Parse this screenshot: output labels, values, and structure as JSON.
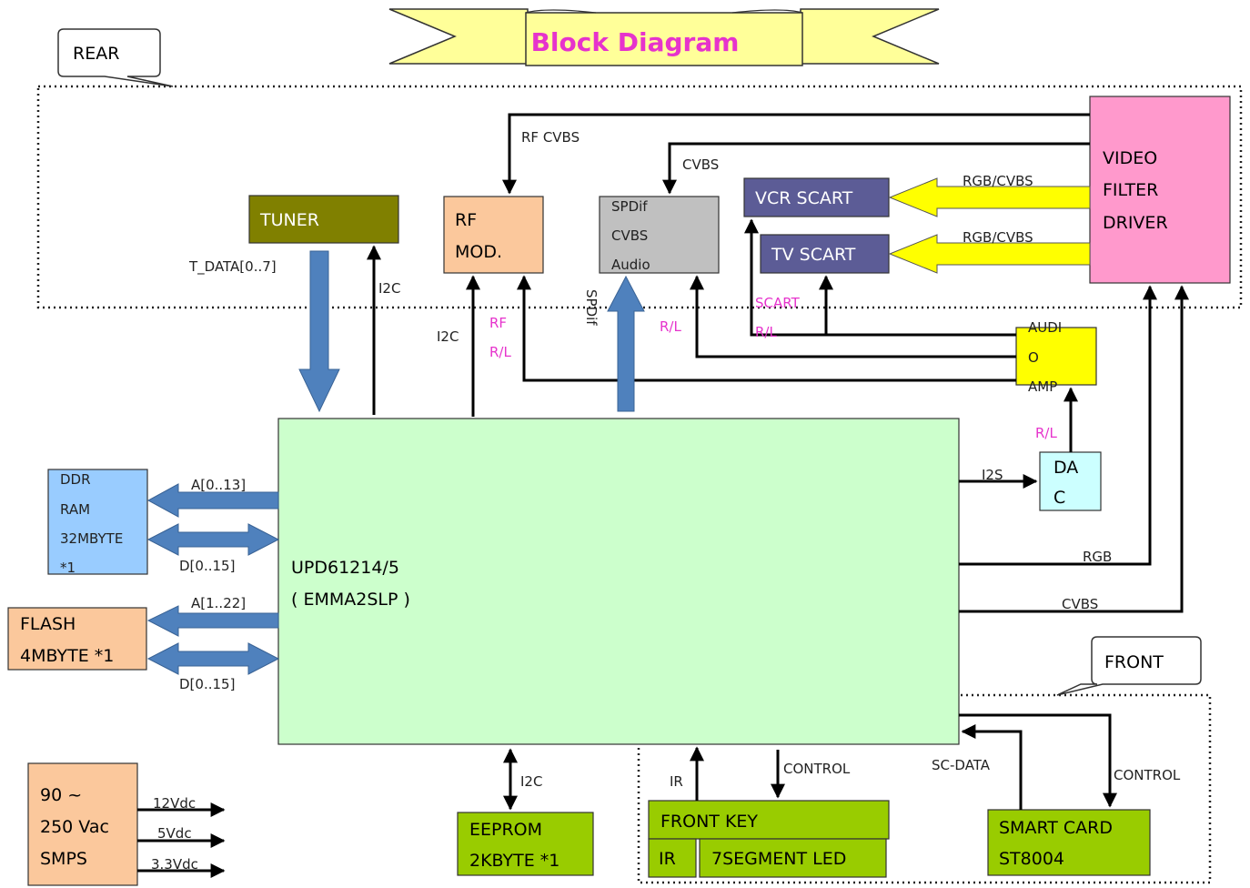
{
  "title": "Block Diagram",
  "regions": {
    "rear": "REAR",
    "front": "FRONT"
  },
  "blocks": {
    "tuner": "TUNER",
    "rf_mod": [
      "RF",
      "MOD."
    ],
    "spdif_box": [
      "SPDif",
      "CVBS",
      "Audio"
    ],
    "vcr_scart": "VCR SCART",
    "tv_scart": "TV SCART",
    "video_filter": [
      "VIDEO",
      "FILTER",
      "DRIVER"
    ],
    "audio_amp": [
      "AUDI",
      "O",
      "AMP"
    ],
    "dac": [
      "DA",
      "C"
    ],
    "main_chip": [
      "UPD61214/5",
      "( EMMA2SLP )"
    ],
    "ddr_ram": [
      "DDR",
      "RAM",
      "32MBYTE",
      "*1"
    ],
    "flash": [
      "FLASH",
      "4MBYTE *1"
    ],
    "smps": [
      "90 ~",
      "250 Vac",
      "SMPS"
    ],
    "eeprom": [
      "EEPROM",
      "2KBYTE *1"
    ],
    "front_key": "FRONT KEY",
    "ir": "IR",
    "led": "7SEGMENT LED",
    "smart_card": [
      "SMART CARD",
      "ST8004"
    ]
  },
  "signals": {
    "rf_cvbs": "RF CVBS",
    "cvbs_top": "CVBS",
    "rgb_cvbs_1": "RGB/CVBS",
    "rgb_cvbs_2": "RGB/CVBS",
    "t_data": "T_DATA[0..7]",
    "i2c_tuner": "I2C",
    "i2c_rf": "I2C",
    "rf_rl_1": "RF",
    "rf_rl_2": "R/L",
    "spdif": "SPDif",
    "rl_spdif": "R/L",
    "scart_rl_1": "SCART",
    "scart_rl_2": "R/L",
    "rl_dac": "R/L",
    "i2s": "I2S",
    "rgb": "RGB",
    "cvbs_main": "CVBS",
    "ddr_addr": "A[0..13]",
    "ddr_data": "D[0..15]",
    "flash_addr": "A[1..22]",
    "flash_data": "D[0..15]",
    "v12": "12Vdc",
    "v5": "5Vdc",
    "v33": "3.3Vdc",
    "i2c_eeprom": "I2C",
    "ir_sig": "IR",
    "control_led": "CONTROL",
    "sc_data": "SC-DATA",
    "control_sc": "CONTROL"
  },
  "colors": {
    "main_chip": "#ccffcc",
    "tuner": "#808000",
    "rf_mod": "#fbc89c",
    "spdif_box": "#c0c0c0",
    "scart": "#5c5c96",
    "video_filter": "#ff99cc",
    "audio_amp": "#ffff00",
    "dac": "#ccffff",
    "ddr_ram": "#99ccff",
    "flash": "#fbc89c",
    "green_blocks": "#99cc00",
    "bus_arrow": "#4f81bd",
    "banner": "#ffff99",
    "pink_text": "#e633cc"
  }
}
